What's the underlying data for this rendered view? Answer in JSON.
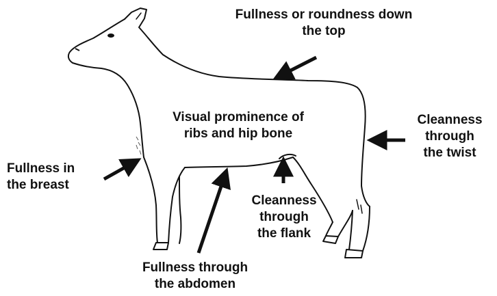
{
  "diagram": {
    "labels": {
      "top": {
        "line1": "Fullness or roundness down",
        "line2": "the top"
      },
      "ribs": {
        "line1": "Visual prominence of",
        "line2": "ribs and hip bone"
      },
      "twist": {
        "line1": "Cleanness",
        "line2": "through",
        "line3": "the twist"
      },
      "breast": {
        "line1": "Fullness in",
        "line2": "the breast"
      },
      "flank": {
        "line1": "Cleanness",
        "line2": "through",
        "line3": "the flank"
      },
      "abdomen": {
        "line1": "Fullness through",
        "line2": "the abdomen"
      }
    },
    "colors": {
      "ink": "#111111",
      "background": "#ffffff"
    }
  }
}
